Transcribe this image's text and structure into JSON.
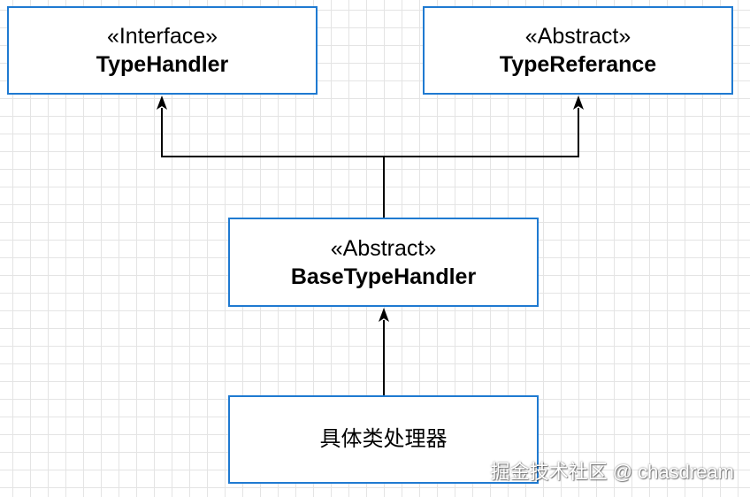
{
  "nodes": {
    "type_handler": {
      "stereotype": "«Interface»",
      "name": "TypeHandler"
    },
    "type_referance": {
      "stereotype": "«Abstract»",
      "name": "TypeReferance"
    },
    "base_type_handler": {
      "stereotype": "«Abstract»",
      "name": "BaseTypeHandler"
    },
    "concrete_handler": {
      "name": "具体类处理器"
    }
  },
  "watermark": "掘金技术社区 @ chasdream",
  "colors": {
    "node_border": "#1f7ad1",
    "edge": "#000000",
    "grid": "#e4e4e4"
  }
}
